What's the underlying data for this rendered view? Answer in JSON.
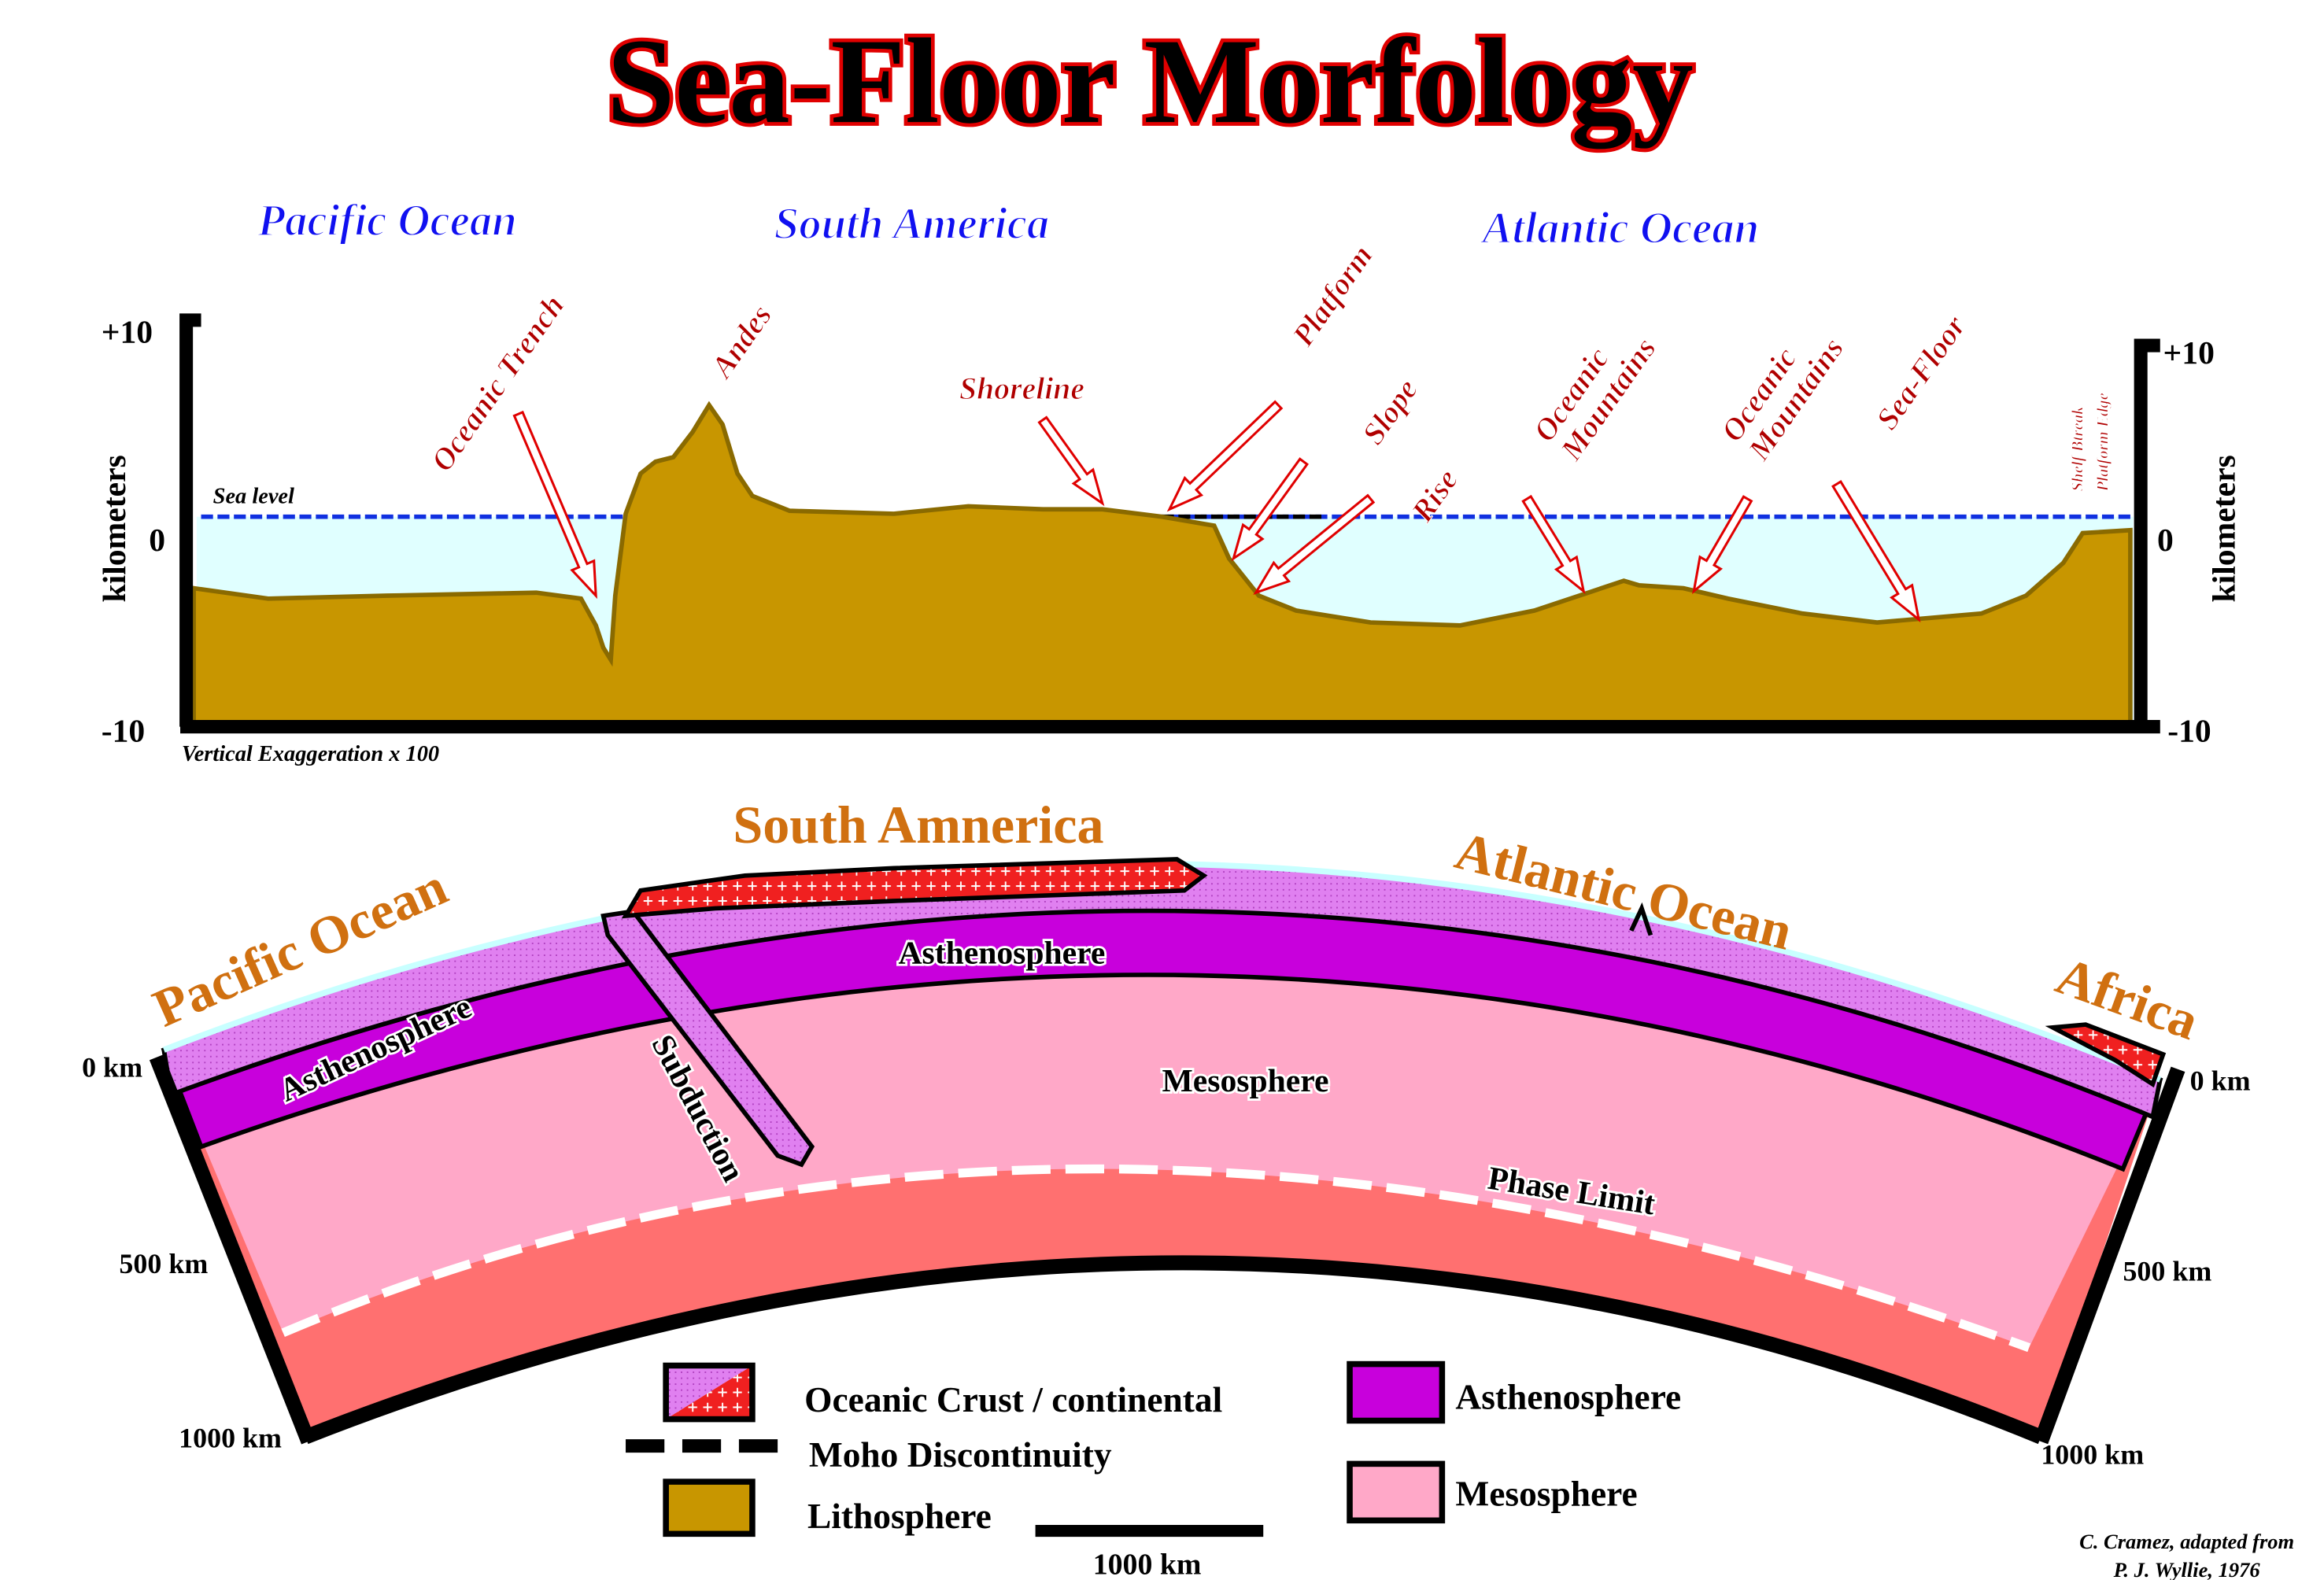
{
  "title": "Sea-Floor Morfology",
  "profile": {
    "regions": [
      "Pacific Ocean",
      "South America",
      "Atlantic Ocean"
    ],
    "features": {
      "oceanic_trench": "Oceanic Trench",
      "andes": "Andes",
      "shoreline": "Shoreline",
      "platform": "Platform",
      "slope": "Slope",
      "rise": "Rise",
      "oceanic_mountains_1": "Oceanic Mountains",
      "oceanic_mountains_2": "Oceanic Mountains",
      "sea_floor": "Sea-Floor",
      "shelf_break": "Shelf Btreak",
      "platform_edge": "Platform Edge"
    },
    "sea_level": "Sea level",
    "axis_unit": "kilometers",
    "ticks": [
      "+10",
      "0",
      "-10"
    ],
    "exaggeration": "Vertical Exaggeration x 100"
  },
  "cross_section": {
    "regions": {
      "pacific": "Pacific Ocean",
      "south_america": "South Amnerica",
      "atlantic": "Atlantic Ocean",
      "africa": "Africa"
    },
    "layers": {
      "asthenosphere_left": "Asthenosphere",
      "asthenosphere_center": "Asthenosphere",
      "mesosphere": "Mesosphere",
      "subduction": "Subduction",
      "phase_limit": "Phase Limit"
    },
    "depths": [
      "0 km",
      "500 km",
      "1000 km"
    ]
  },
  "legend": {
    "crust": "Oceanic Crust / continental",
    "moho": "Moho Discontinuity",
    "lithosphere": "Lithosphere",
    "asthenosphere": "Asthenosphere",
    "mesosphere": "Mesosphere",
    "scale": "1000 km"
  },
  "credit": {
    "line1": "C. Cramez, adapted from",
    "line2": "P. J. Wyllie, 1976"
  },
  "colors": {
    "lithosphere": "#c89600",
    "water": "#e0ffff",
    "crust": "#e080f0",
    "continental": "#f02020",
    "asthenosphere": "#c800dc",
    "mesosphere": "#ffa8c8",
    "lower_mantle": "#ff7070"
  }
}
